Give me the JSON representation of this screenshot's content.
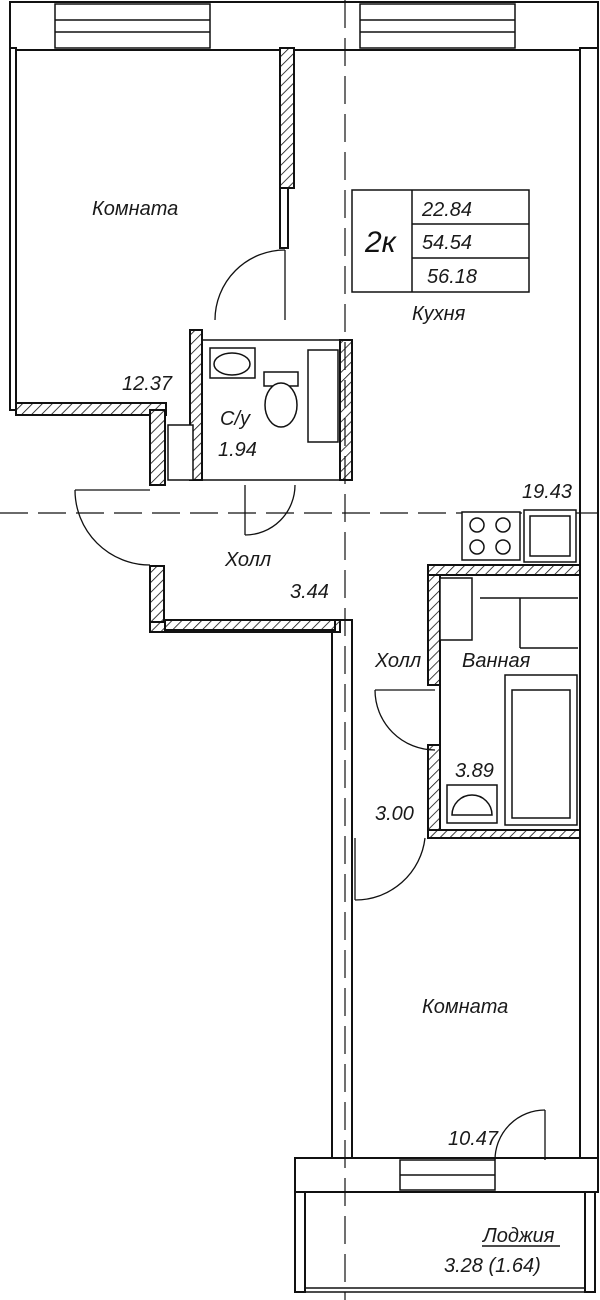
{
  "apartment": {
    "type": "2к",
    "living_area": "22.84",
    "total_area": "54.54",
    "total_area_with_balcony": "56.18"
  },
  "rooms": [
    {
      "key": "room1",
      "name": "Комната",
      "area": "12.37"
    },
    {
      "key": "kitchen",
      "name": "Кухня",
      "area": "19.43"
    },
    {
      "key": "wc",
      "name": "С/у",
      "area": "1.94"
    },
    {
      "key": "hall1",
      "name": "Холл",
      "area": "3.44"
    },
    {
      "key": "hall2",
      "name": "Холл",
      "area": "3.00"
    },
    {
      "key": "bath",
      "name": "Ванная",
      "area": "3.89"
    },
    {
      "key": "room2",
      "name": "Комната",
      "area": "10.47"
    },
    {
      "key": "loggia",
      "name": "Лоджия",
      "area": "3.28 (1.64)"
    }
  ]
}
